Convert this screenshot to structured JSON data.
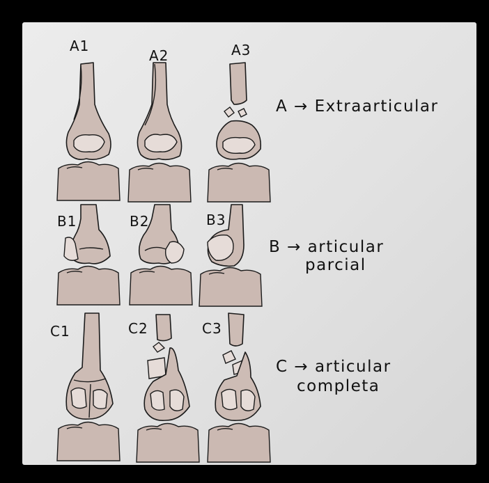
{
  "figures": [
    {
      "id": "A1",
      "label": "A1"
    },
    {
      "id": "A2",
      "label": "A2"
    },
    {
      "id": "A3",
      "label": "A3"
    },
    {
      "id": "B1",
      "label": "B1"
    },
    {
      "id": "B2",
      "label": "B2"
    },
    {
      "id": "B3",
      "label": "B3"
    },
    {
      "id": "C1",
      "label": "C1"
    },
    {
      "id": "C2",
      "label": "C2"
    },
    {
      "id": "C3",
      "label": "C3"
    }
  ],
  "legend": {
    "a": "A → Extraarticular",
    "b_line1": "B → articular",
    "b_line2": "parcial",
    "c_line1": "C → articular",
    "c_line2": "completa"
  }
}
